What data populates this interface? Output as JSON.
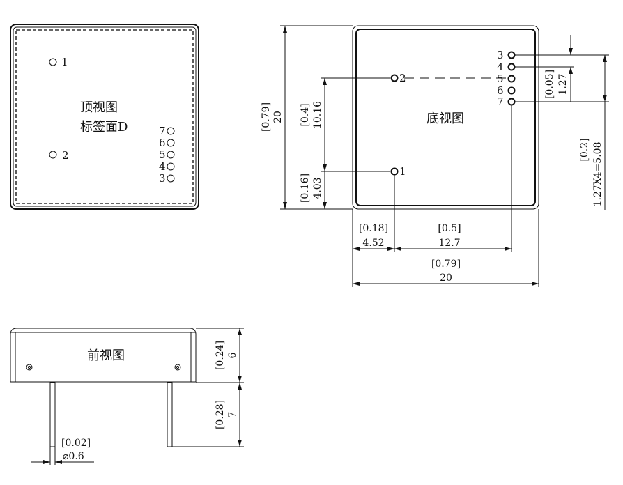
{
  "top_view": {
    "title": "顶视图",
    "subtitle": "标签面D",
    "pins": [
      "1",
      "2",
      "7",
      "6",
      "5",
      "4",
      "3"
    ]
  },
  "bottom_view": {
    "title": "底视图",
    "pins": [
      "3",
      "4",
      "5",
      "6",
      "7",
      "2",
      "1"
    ],
    "dims": {
      "height_in": "[0.79]",
      "height_mm": "20",
      "pin2_in": "[0.4]",
      "pin2_mm": "10.16",
      "pin1_in": "[0.16]",
      "pin1_mm": "4.03",
      "left_in": "[0.18]",
      "left_mm": "4.52",
      "span_in": "[0.5]",
      "span_mm": "12.7",
      "width_in": "[0.79]",
      "width_mm": "20",
      "pitch_in": "[0.05]",
      "pitch_mm": "1.27",
      "row_in": "[0.2]",
      "row_mm": "1.27X4=5.08"
    }
  },
  "front_view": {
    "title": "前视图",
    "dims": {
      "body_in": "[0.24]",
      "body_mm": "6",
      "pin_in": "[0.28]",
      "pin_mm": "7",
      "dia_in": "[0.02]",
      "dia_mm": "⌀0.6"
    }
  }
}
